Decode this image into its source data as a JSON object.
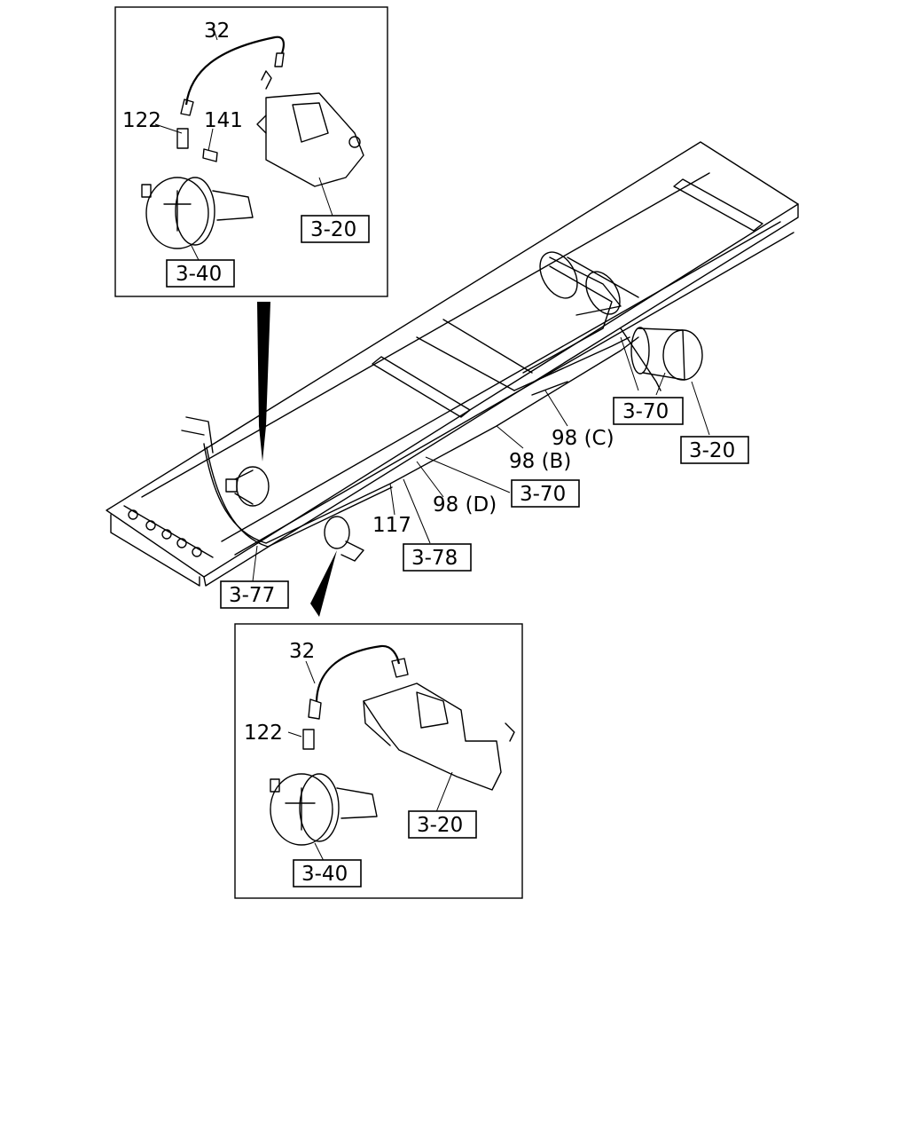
{
  "labels": {
    "top_detail": {
      "part_32": "32",
      "part_122": "122",
      "part_141": "141",
      "ref_3_20": "3-20",
      "ref_3_40": "3-40"
    },
    "main": {
      "ref_3_70_upper": "3-70",
      "ref_3_20_right": "3-20",
      "part_98_c": "98 (C)",
      "part_98_b": "98 (B)",
      "ref_3_70_lower": "3-70",
      "part_98_d": "98 (D)",
      "part_117": "117",
      "ref_3_78": "3-78",
      "ref_3_77": "3-77"
    },
    "bottom_detail": {
      "part_32": "32",
      "part_122": "122",
      "ref_3_20": "3-20",
      "ref_3_40": "3-40"
    }
  }
}
